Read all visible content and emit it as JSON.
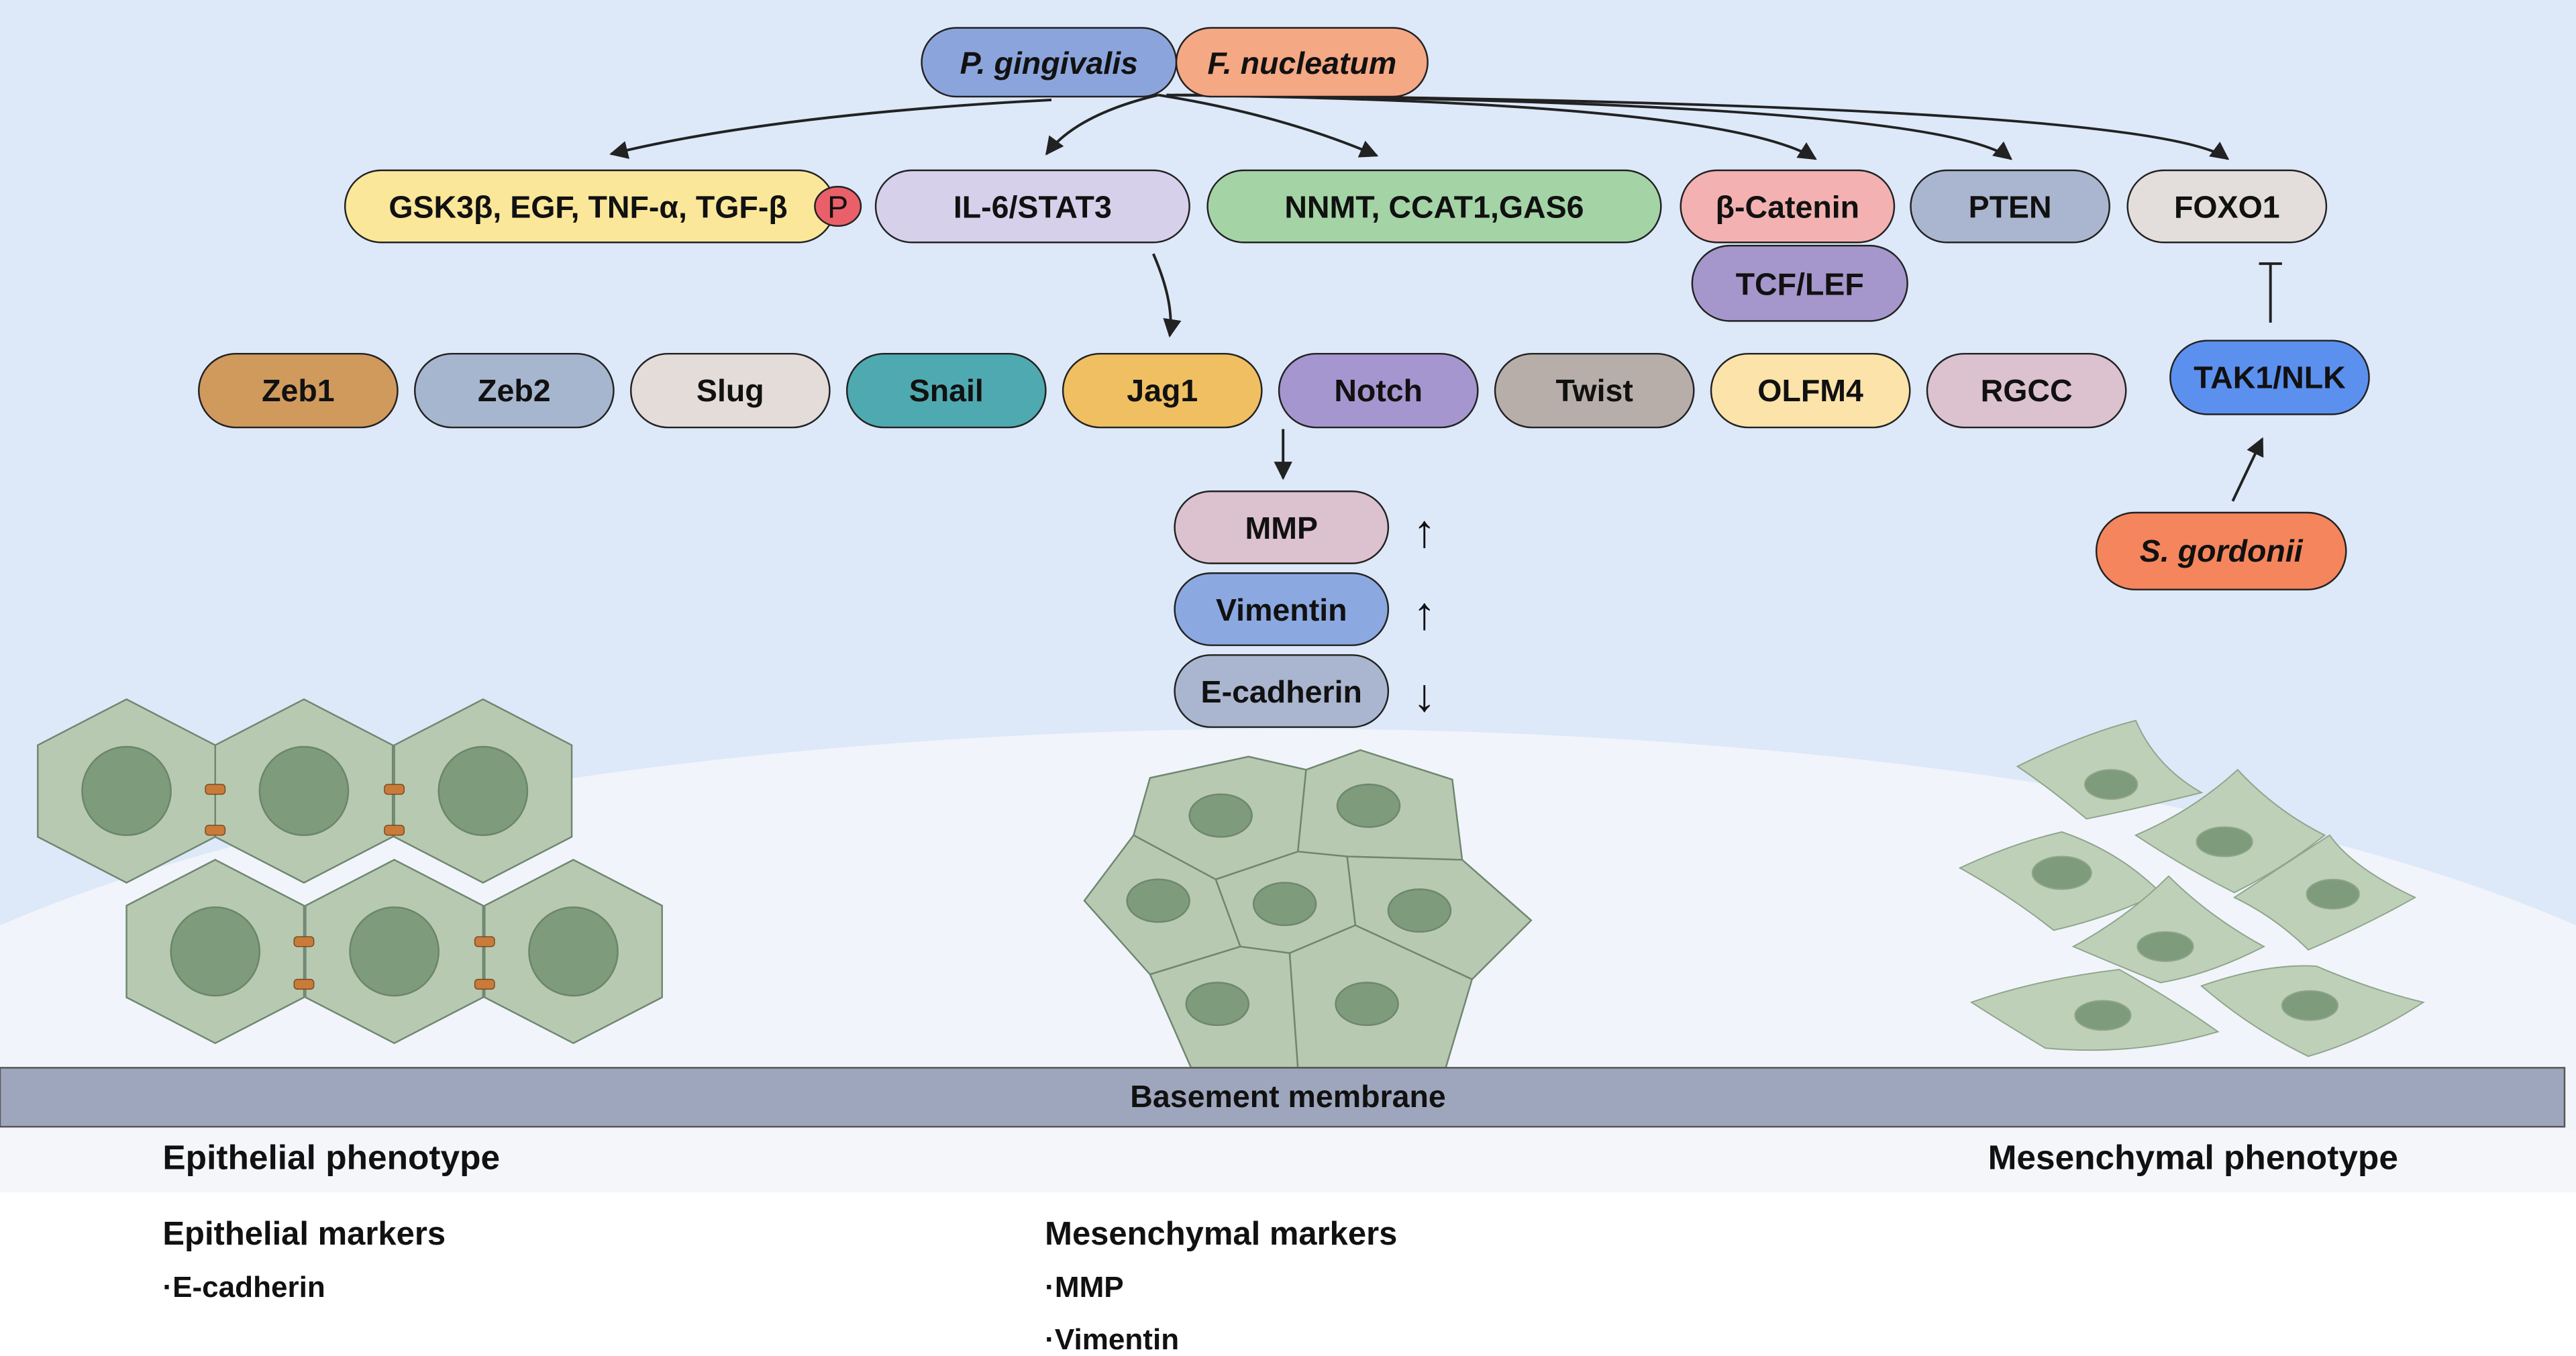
{
  "bacteria": {
    "p_gingivalis": "P. gingivalis",
    "f_nucleatum": "F. nucleatum",
    "s_gordonii": "S. gordonii"
  },
  "pathways": {
    "gsk": "GSK3β, EGF, TNF-α, TGF-β",
    "phospho": "P",
    "il6": "IL-6/STAT3",
    "nnmt": "NNMT, CCAT1,GAS6",
    "catenin": "β-Catenin",
    "tcf": "TCF/LEF",
    "pten": "PTEN",
    "foxo1": "FOXO1",
    "tak1": "TAK1/NLK"
  },
  "transcription_factors": [
    "Zeb1",
    "Zeb2",
    "Slug",
    "Snail",
    "Jag1",
    "Notch",
    "Twist",
    "OLFM4",
    "RGCC"
  ],
  "markers_column": {
    "mmp": "MMP",
    "vimentin": "Vimentin",
    "ecadherin": "E-cadherin",
    "mmp_arrow": "↑",
    "vimentin_arrow": "↑",
    "ecadherin_arrow": "↓"
  },
  "basement_membrane": "Basement membrane",
  "phenotypes": {
    "epithelial": "Epithelial phenotype",
    "mesenchymal": "Mesenchymal phenotype"
  },
  "legend": {
    "epithelial_title": "Epithelial markers",
    "epithelial_items": [
      "E-cadherin"
    ],
    "mesenchymal_title": "Mesenchymal markers",
    "mesenchymal_items": [
      "MMP",
      "Vimentin"
    ],
    "bullet": "·"
  },
  "colors": {
    "sky": "#dde8f8",
    "ground": "#f1f4fa",
    "membrane": "#9ea6bd",
    "cell_fill": "#b7c9b1",
    "nucleus": "#7e9b7b",
    "p_gingivalis": "#8ba5dc",
    "f_nucleatum": "#f5a884",
    "gsk": "#fbe79a",
    "il6": "#d6d0ea",
    "nnmt": "#a4d4a6",
    "catenin": "#f3b1b1",
    "tcf": "#a597cb",
    "pten": "#aab6cf",
    "foxo1": "#e3dedb",
    "tak1": "#5b90ef",
    "s_gordonii": "#f5855c",
    "zeb1": "#d09a5d",
    "zeb2": "#a6b6cf",
    "slug": "#e3dcd8",
    "snail": "#4fa9b0",
    "jag1": "#efbf62",
    "notch": "#a596cf",
    "twist": "#b7aeaa",
    "olfm4": "#fbe3a9",
    "rgcc": "#dcc1ce",
    "mmp": "#dcc1ce",
    "vimentin": "#8ba8e0",
    "ecadherin": "#aab6cf"
  }
}
